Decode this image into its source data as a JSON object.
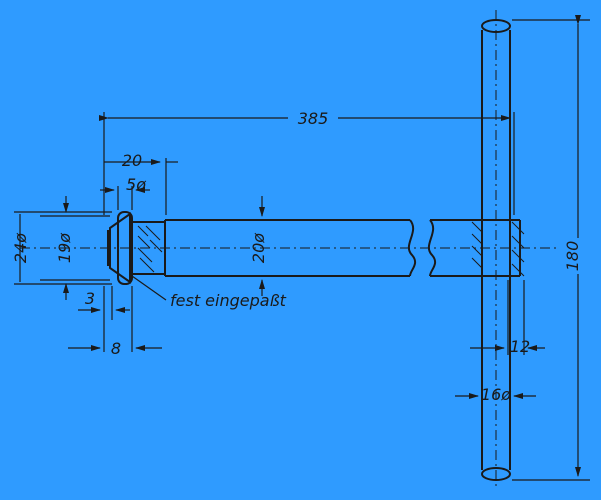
{
  "drawing": {
    "colors": {
      "background": "#2f9bff",
      "ink": "#1a1a1a"
    },
    "dimensions": {
      "overall_length": "385",
      "collar_width": "20",
      "groove_diameter": "5ø",
      "head_diameter": "24ø",
      "inner_diameter": "19ø",
      "shaft_diameter": "20ø",
      "handle_length": "180",
      "offset_small": "3",
      "offset_8": "8",
      "wall_12": "12",
      "handle_diameter": "16ø"
    },
    "notes": {
      "fit_note": "fest eingepaßt"
    }
  }
}
